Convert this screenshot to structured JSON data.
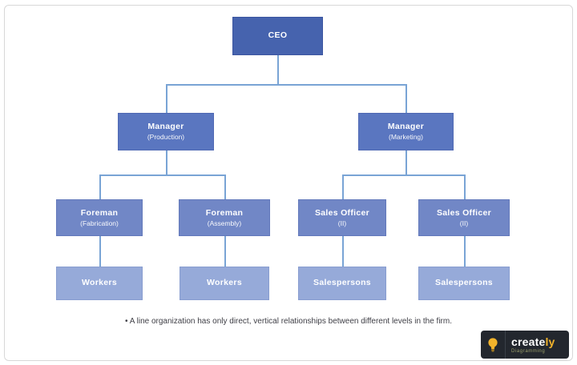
{
  "diagram": {
    "nodes": {
      "ceo": {
        "title": "CEO",
        "subtitle": ""
      },
      "manager_production": {
        "title": "Manager",
        "subtitle": "(Production)"
      },
      "manager_marketing": {
        "title": "Manager",
        "subtitle": "(Marketing)"
      },
      "foreman_fabrication": {
        "title": "Foreman",
        "subtitle": "(Fabrication)"
      },
      "foreman_assembly": {
        "title": "Foreman",
        "subtitle": "(Assembly)"
      },
      "sales_officer_left": {
        "title": "Sales Officer",
        "subtitle": "(II)"
      },
      "sales_officer_right": {
        "title": "Sales Officer",
        "subtitle": "(II)"
      },
      "workers_left": {
        "title": "Workers",
        "subtitle": ""
      },
      "workers_right": {
        "title": "Workers",
        "subtitle": ""
      },
      "salespersons_left": {
        "title": "Salespersons",
        "subtitle": ""
      },
      "salespersons_right": {
        "title": "Salespersons",
        "subtitle": ""
      }
    },
    "note": {
      "bullet": "•",
      "text": "A line organization has only direct, vertical relationships between different levels in the firm."
    },
    "colors": {
      "level1_fill": "#4663ae",
      "level2_fill": "#5a76c0",
      "level3_fill": "#7187c6",
      "level4_fill": "#96aad9",
      "connector": "#79a4d5",
      "note_text": "#3e3e45",
      "badge_background": "#23272e",
      "badge_accent": "#f2b32b"
    }
  },
  "logo": {
    "brand_primary": "create",
    "brand_accent": "ly",
    "tagline": "Diagramming"
  }
}
